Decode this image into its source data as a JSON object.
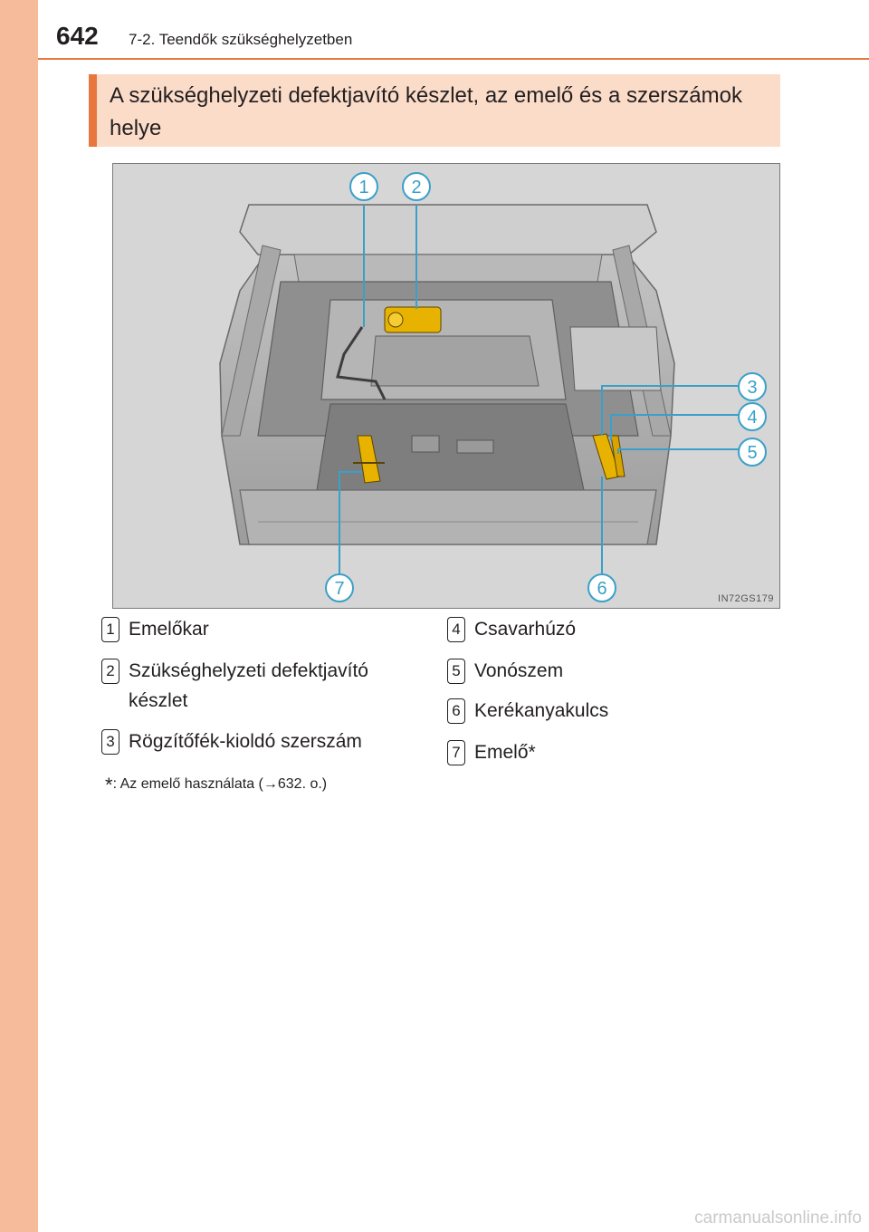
{
  "header": {
    "page_number": "642",
    "section_title": "7-2. Teendők szükséghelyzetben"
  },
  "heading": {
    "text": "A szükséghelyzeti defektjavító készlet, az emelő és a szerszámok helye"
  },
  "figure": {
    "code": "IN72GS179",
    "callouts": [
      "1",
      "2",
      "3",
      "4",
      "5",
      "6",
      "7"
    ]
  },
  "legend": {
    "items": [
      {
        "num": "1",
        "label": "Emelőkar"
      },
      {
        "num": "2",
        "label": "Szükséghelyzeti defektjavító",
        "label2": "készlet"
      },
      {
        "num": "3",
        "label": "Rögzítőfék-kioldó szerszám"
      },
      {
        "num": "4",
        "label": "Csavarhúzó"
      },
      {
        "num": "5",
        "label": "Vonószem"
      },
      {
        "num": "6",
        "label": "Kerékanyakulcs"
      },
      {
        "num": "7",
        "label": "Emelő*"
      }
    ]
  },
  "footnote": {
    "star": "*",
    "text": ":  Az emelő használata (→632. o.)"
  },
  "watermark": "carmanualsonline.info",
  "colors": {
    "accent": "#e8773f",
    "side_strip": "#f6bb9b",
    "heading_bg": "#fbdcc9",
    "callout_line": "#3aa0c8",
    "tool_yellow": "#e8b200"
  }
}
